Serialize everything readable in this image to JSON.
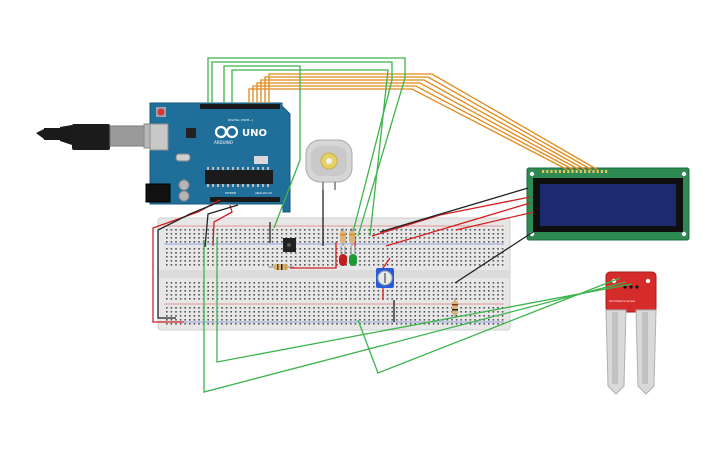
{
  "arduino": {
    "logo_text": "UNO",
    "brand_text": "ARDUINO",
    "digital_label": "DIGITAL (PWM~)",
    "power_label": "POWER",
    "analog_label": "ANALOG IN"
  },
  "soil_sensor": {
    "label": "Soil Moisture Sensor"
  },
  "colors": {
    "arduino_board": "#1f6f9a",
    "breadboard": "#e9e9e9",
    "lcd_board": "#2c8a52",
    "lcd_screen": "#1c2a6e",
    "wire_green": "#3cb44b",
    "wire_orange": "#e08a1a",
    "wire_red": "#d42020",
    "wire_black": "#222222",
    "sensor_board": "#d62b2b",
    "led_red": "#c31f1f",
    "led_green": "#1f9a33",
    "potentiometer": "#2a5bd7"
  }
}
